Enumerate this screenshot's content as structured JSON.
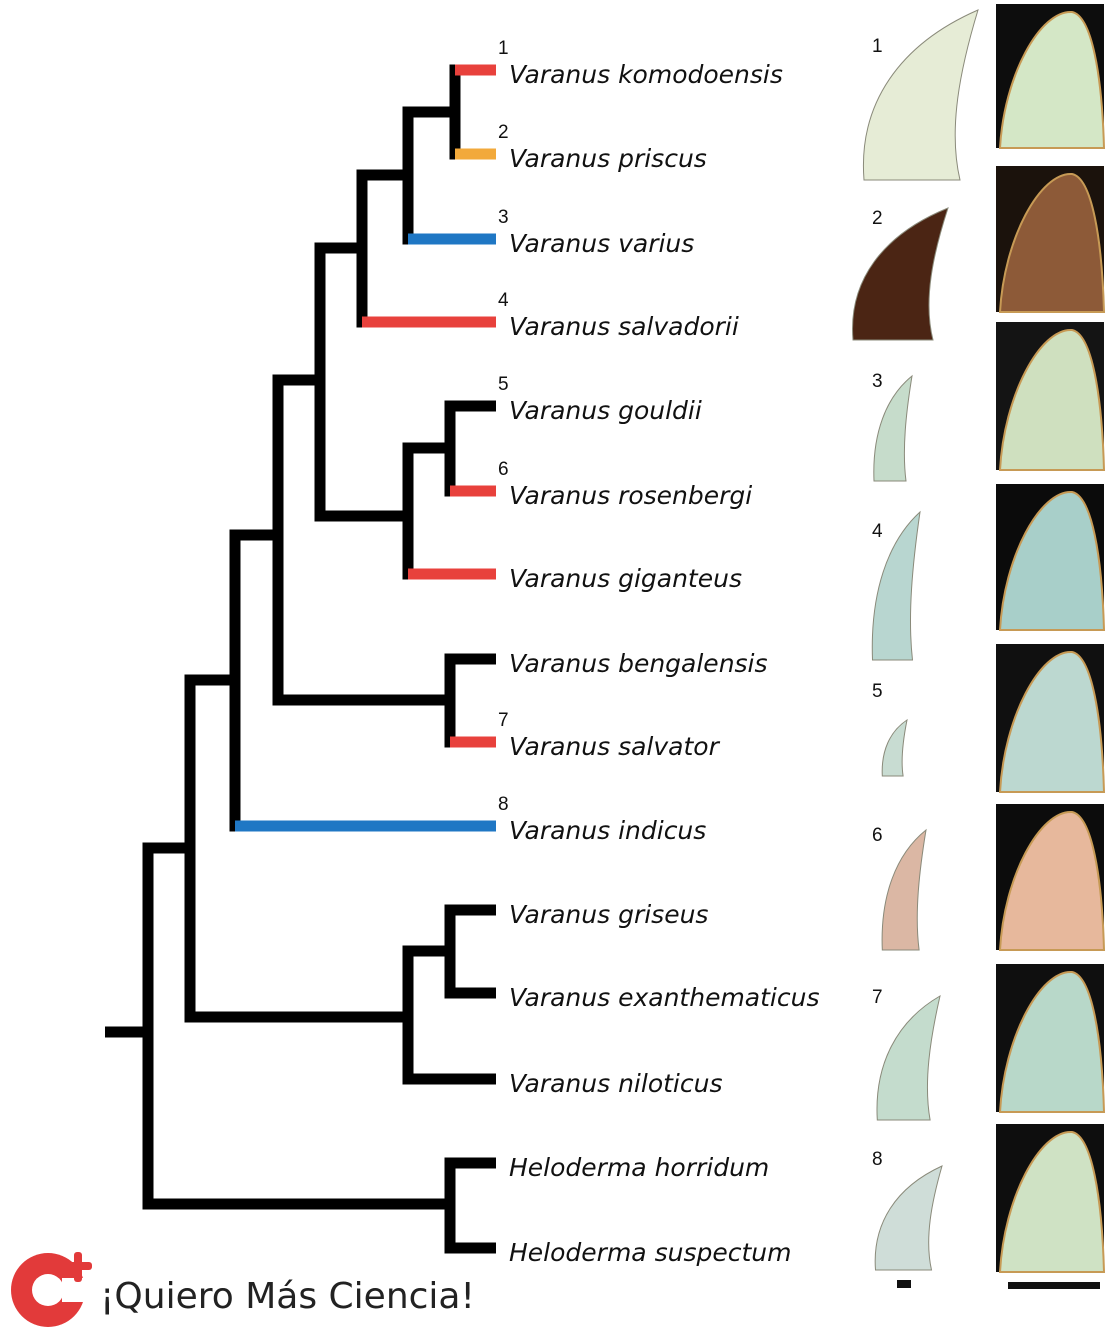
{
  "tree": {
    "taxa": [
      {
        "name": "Varanus komodoensis",
        "number": "1",
        "color": "#e8413c"
      },
      {
        "name": "Varanus priscus",
        "number": "2",
        "color": "#f2a93b"
      },
      {
        "name": "Varanus varius",
        "number": "3",
        "color": "#1f77c4"
      },
      {
        "name": "Varanus salvadorii",
        "number": "4",
        "color": "#e8413c"
      },
      {
        "name": "Varanus gouldii",
        "number": "5",
        "color": "#000000"
      },
      {
        "name": "Varanus rosenbergi",
        "number": "6",
        "color": "#e8413c"
      },
      {
        "name": "Varanus giganteus",
        "number": "",
        "color": "#e8413c"
      },
      {
        "name": "Varanus bengalensis",
        "number": "",
        "color": "#000000"
      },
      {
        "name": "Varanus salvator",
        "number": "7",
        "color": "#e8413c"
      },
      {
        "name": "Varanus indicus",
        "number": "8",
        "color": "#1f77c4"
      },
      {
        "name": "Varanus griseus",
        "number": "",
        "color": "#000000"
      },
      {
        "name": "Varanus exanthematicus",
        "number": "",
        "color": "#000000"
      },
      {
        "name": "Varanus niloticus",
        "number": "",
        "color": "#000000"
      },
      {
        "name": "Heloderma horridum",
        "number": "",
        "color": "#000000"
      },
      {
        "name": "Heloderma suspectum",
        "number": "",
        "color": "#000000"
      }
    ]
  },
  "teeth": [
    {
      "number": "1",
      "color": "#e6ecd6",
      "closeup": "#d4e7c6",
      "bg": "#0d0d0d"
    },
    {
      "number": "2",
      "color": "#4b2514",
      "closeup": "#8d5a38",
      "bg": "#1b120c"
    },
    {
      "number": "3",
      "color": "#c6dccb",
      "closeup": "#cfe0bf",
      "bg": "#141414"
    },
    {
      "number": "4",
      "color": "#b8d6d0",
      "closeup": "#a8cfc9",
      "bg": "#0b0b0b"
    },
    {
      "number": "5",
      "color": "#c8dcd2",
      "closeup": "#bcd8d0",
      "bg": "#101010"
    },
    {
      "number": "6",
      "color": "#dbb7a4",
      "closeup": "#e7b89c",
      "bg": "#0c0c0c"
    },
    {
      "number": "7",
      "color": "#c4dccd",
      "closeup": "#b8d8c9",
      "bg": "#0f0f0f"
    },
    {
      "number": "8",
      "color": "#cfddd8",
      "closeup": "#cfe2c4",
      "bg": "#0e0e0e"
    }
  ],
  "brand": {
    "text": "¡Quiero Más Ciencia!",
    "color": "#e23a3a"
  }
}
